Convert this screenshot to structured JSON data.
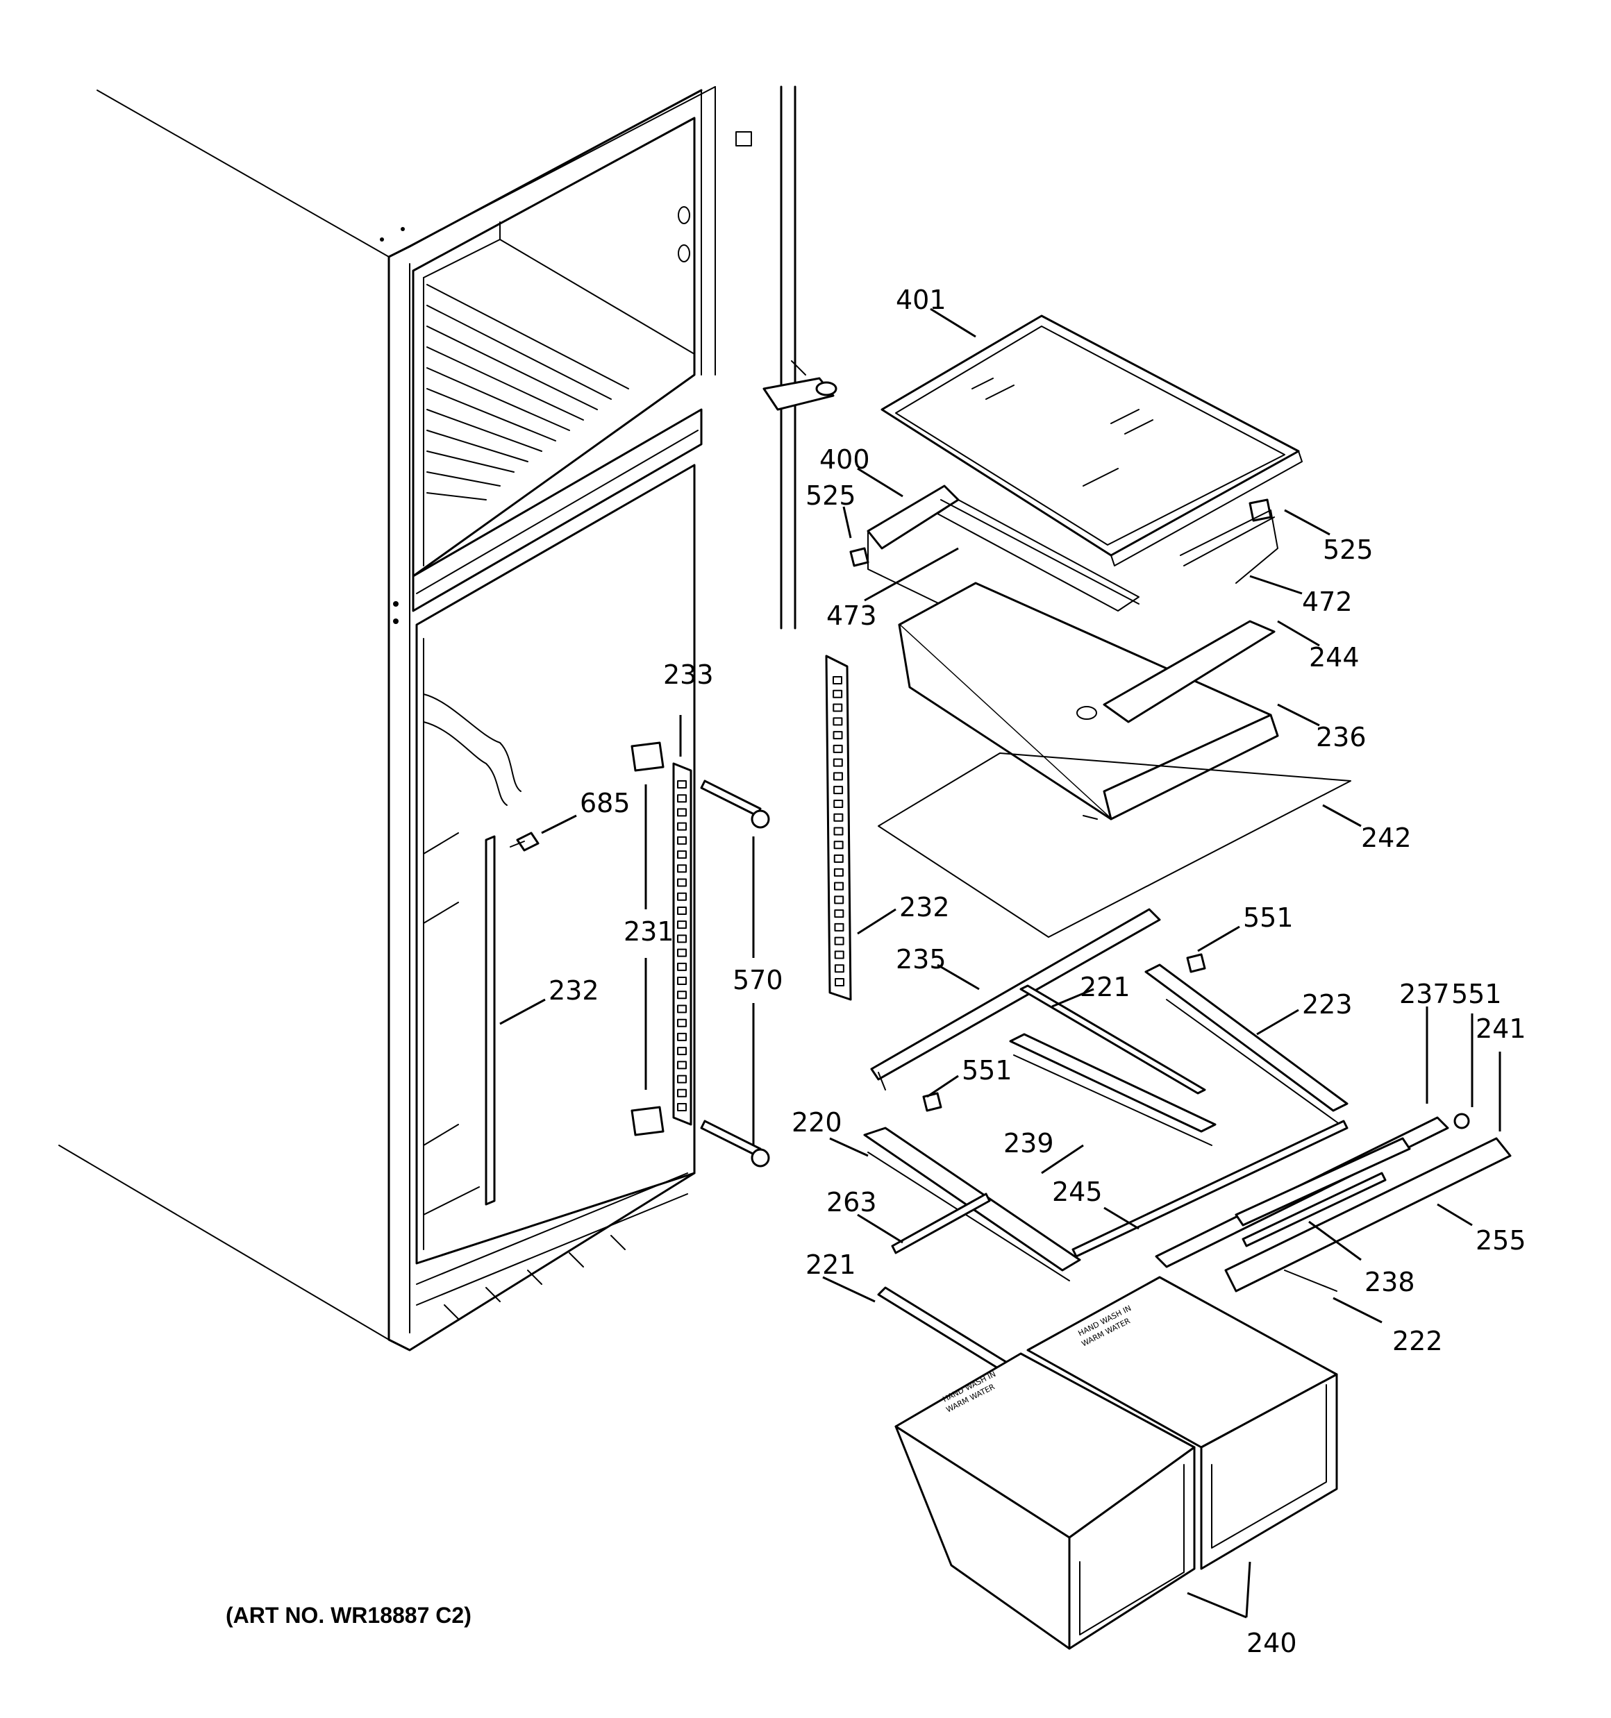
{
  "art_number": "(ART NO. WR18887 C2)",
  "callouts": {
    "c401": "401",
    "c400": "400",
    "c525a": "525",
    "c525b": "525",
    "c473": "473",
    "c472": "472",
    "c244": "244",
    "c236": "236",
    "c242": "242",
    "c685": "685",
    "c233": "233",
    "c231": "231",
    "c570": "570",
    "c232a": "232",
    "c232b": "232",
    "c551a": "551",
    "c235": "235",
    "c221a": "221",
    "c223": "223",
    "c237": "237",
    "c551b": "551",
    "c241": "241",
    "c551c": "551",
    "c220": "220",
    "c239": "239",
    "c245": "245",
    "c255": "255",
    "c263": "263",
    "c238": "238",
    "c221b": "221",
    "c222": "222",
    "c240": "240"
  },
  "drawer_labels": {
    "line1": "HAND WASH IN",
    "line2": "WARM WATER"
  }
}
